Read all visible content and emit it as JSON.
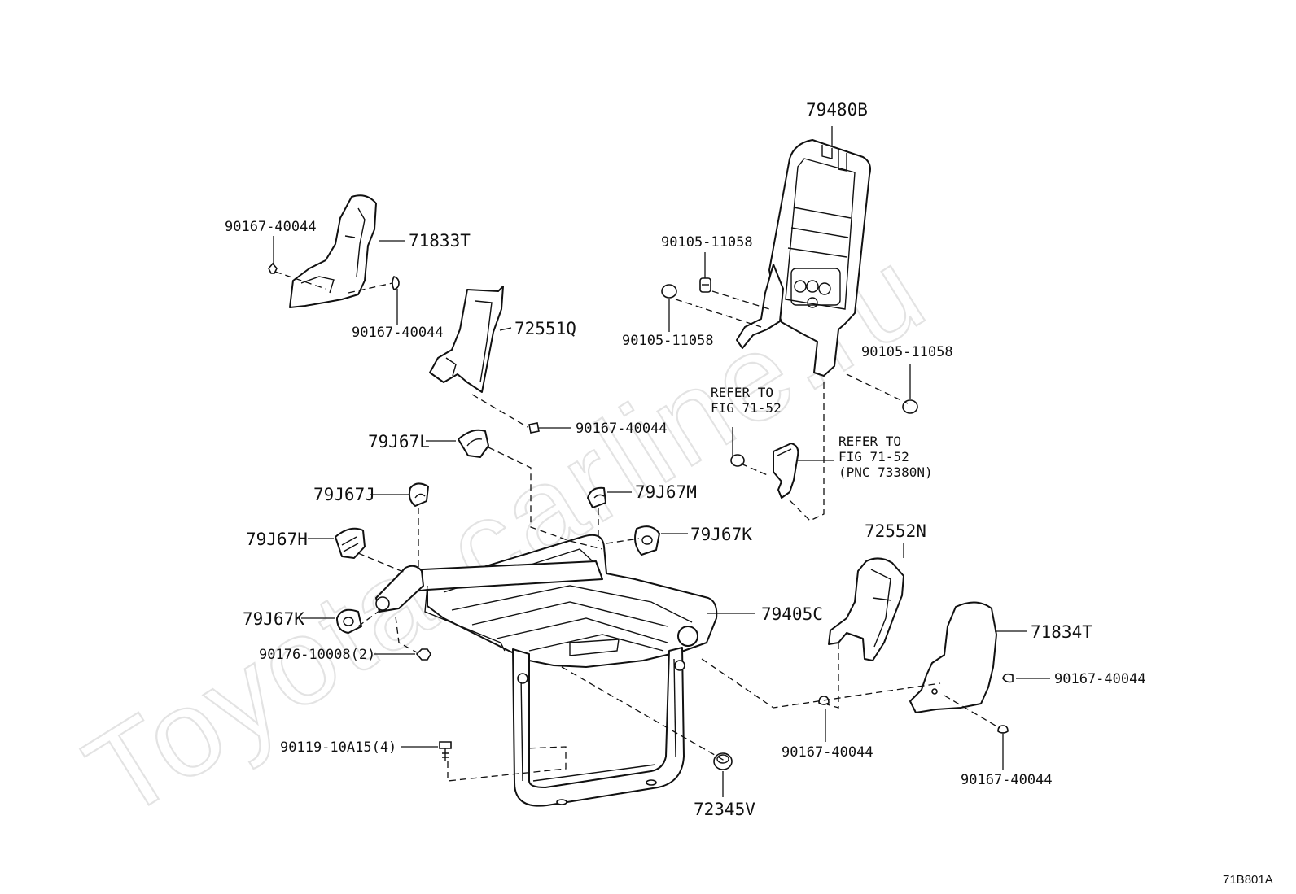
{
  "watermark": "Toyota-carline.ru",
  "figure_code": "71B801A",
  "parts": {
    "frame_back": "79480B",
    "bolt_upper": "90105-11058",
    "bolt_left": "90105-11058",
    "bolt_right": "90105-11058",
    "shield_left_outer": "71833T",
    "clip_1": "90167-40044",
    "clip_2": "90167-40044",
    "cover_inner": "72551Q",
    "clip_3": "90167-40044",
    "bushing_l": "79J67L",
    "bushing_j": "79J67J",
    "bushing_m": "79J67M",
    "bushing_h": "79J67H",
    "bushing_k_right": "79J67K",
    "bushing_k_left": "79J67K",
    "cushion_frame": "79405C",
    "nut": "90176-10008(2)",
    "cover_right": "72552N",
    "shield_right_outer": "71834T",
    "clip_4": "90167-40044",
    "clip_5": "90167-40044",
    "clip_6": "90167-40044",
    "bolt_lower": "90119-10A15(4)",
    "cap": "72345V"
  },
  "refer_1": [
    "REFER TO",
    "FIG 71-52"
  ],
  "refer_2": [
    "REFER TO",
    "FIG 71-52",
    "(PNC 73380N)"
  ]
}
